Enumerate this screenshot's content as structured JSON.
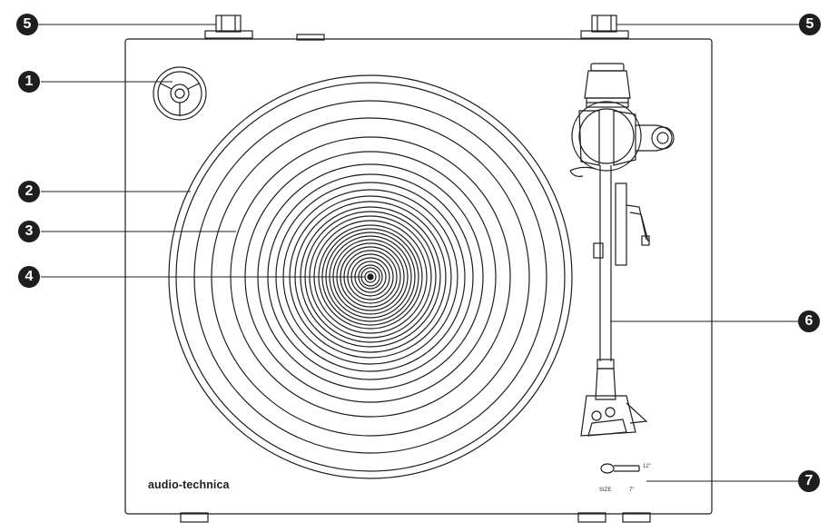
{
  "brand": "audio-technica",
  "callouts": [
    {
      "id": "callout-1",
      "number": "1"
    },
    {
      "id": "callout-2",
      "number": "2"
    },
    {
      "id": "callout-3",
      "number": "3"
    },
    {
      "id": "callout-4",
      "number": "4"
    },
    {
      "id": "callout-5-left",
      "number": "5"
    },
    {
      "id": "callout-5-right",
      "number": "5"
    },
    {
      "id": "callout-6",
      "number": "6"
    },
    {
      "id": "callout-7",
      "number": "7"
    }
  ],
  "speed_selector": {
    "label_12": "12\"",
    "label_7": "7\"",
    "label_size": "SIZE"
  },
  "colors": {
    "line": "#1e1e1e",
    "badge": "#1e1e1e",
    "background": "#ffffff"
  }
}
